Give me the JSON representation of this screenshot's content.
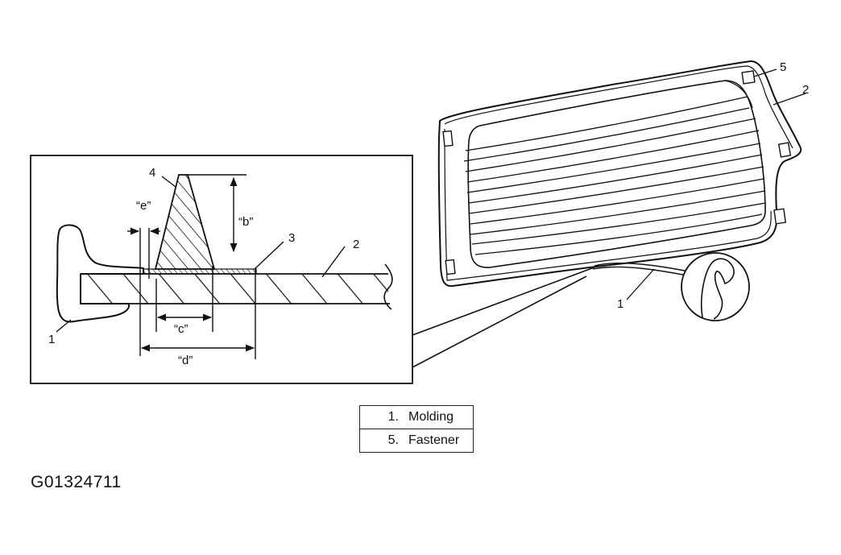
{
  "detail_labels": {
    "c1": "1",
    "c2": "2",
    "c3": "3",
    "c4": "4",
    "b": "“b”",
    "c": "“c”",
    "d": "“d”",
    "e": "“e”"
  },
  "overview_labels": {
    "o1": "1",
    "o2": "2",
    "o5": "5"
  },
  "legend": [
    {
      "num": "1.",
      "label": "Molding"
    },
    {
      "num": "5.",
      "label": "Fastener"
    }
  ],
  "figure_code": "G01324711"
}
